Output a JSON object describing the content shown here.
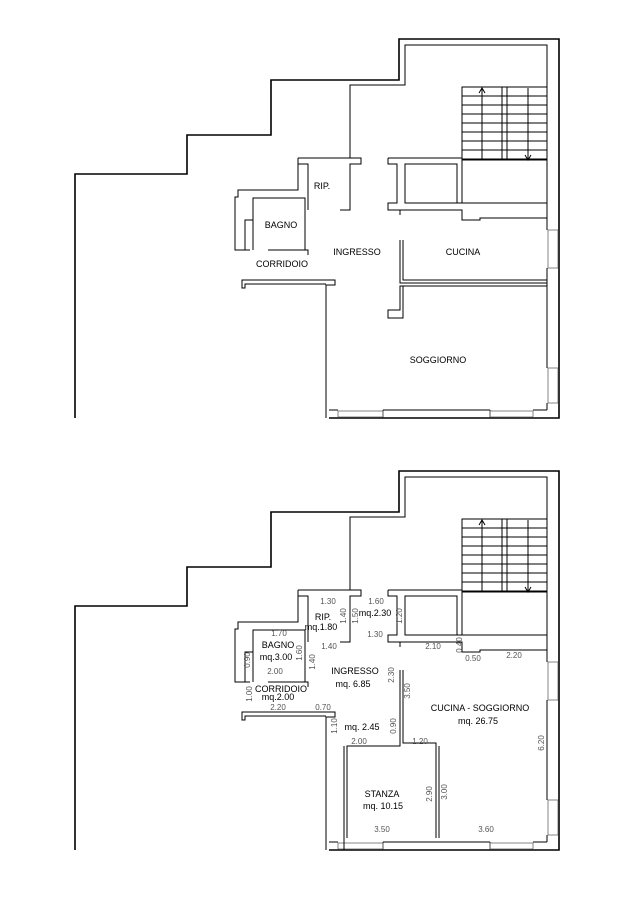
{
  "top_plan": {
    "rooms": [
      "RIP.",
      "BAGNO",
      "INGRESSO",
      "CUCINA",
      "CORRIDOIO",
      "SOGGIORNO"
    ]
  },
  "bottom_plan": {
    "rooms": [
      "RIP.",
      "mq.1.80",
      "mq.2.30",
      "BAGNO",
      "mq.3.00",
      "INGRESSO",
      "mq. 6.85",
      "CORRIDOIO",
      "mq.2.00",
      "CUCINA - SOGGIORNO",
      "mq. 26.75",
      "mq. 2.45",
      "STANZA",
      "mq. 10.15"
    ],
    "dimensions": [
      "1.30",
      "1.40",
      "1.50",
      "1.60",
      "1.20",
      "1.30",
      "1.70",
      "1.60",
      "0.90",
      "2.00",
      "1.40",
      "1.40",
      "1.00",
      "2.20",
      "0.70",
      "2.30",
      "3.50",
      "2.10",
      "0.40",
      "0.50",
      "2.20",
      "1.10",
      "0.90",
      "2.00",
      "1.20",
      "6.20",
      "2.90",
      "3.00",
      "3.50",
      "3.60"
    ]
  },
  "colors": {
    "walls": "#000000",
    "dimensions": "#555555"
  }
}
